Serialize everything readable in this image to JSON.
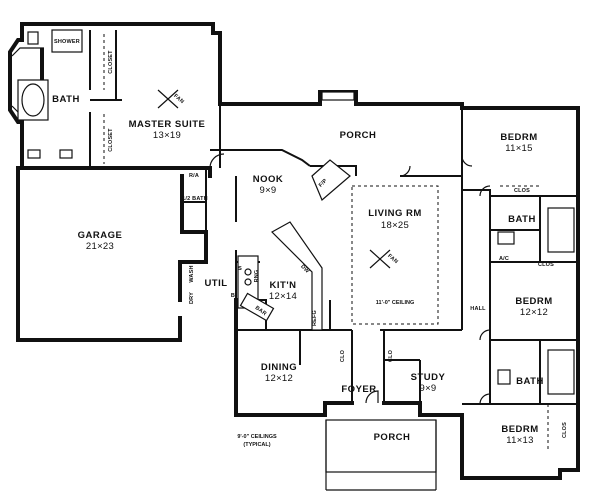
{
  "rooms": {
    "master_suite": {
      "name": "MASTER SUITE",
      "size": "13×19"
    },
    "bath_master": {
      "name": "BATH"
    },
    "shower": {
      "name": "SHOWER"
    },
    "closet_top": {
      "name": "CLOSET"
    },
    "closet_bottom": {
      "name": "CLOSET"
    },
    "porch_rear": {
      "name": "PORCH"
    },
    "bedrm_1": {
      "name": "BEDRM",
      "size": "11×15"
    },
    "bedrm_2": {
      "name": "BEDRM",
      "size": "12×12"
    },
    "bedrm_3": {
      "name": "BEDRM",
      "size": "11×13"
    },
    "garage": {
      "name": "GARAGE",
      "size": "21×23"
    },
    "nook": {
      "name": "NOOK",
      "size": "9×9"
    },
    "living": {
      "name": "LIVING RM",
      "size": "18×25"
    },
    "kitchen": {
      "name": "KIT'N",
      "size": "12×14"
    },
    "dining": {
      "name": "DINING",
      "size": "12×12"
    },
    "study": {
      "name": "STUDY",
      "size": "9×9"
    },
    "foyer": {
      "name": "FOYER"
    },
    "porch_front": {
      "name": "PORCH"
    },
    "util": {
      "name": "UTIL"
    },
    "half_bath": {
      "name": "1/2 BATH"
    },
    "bath_2": {
      "name": "BATH"
    },
    "bath_3": {
      "name": "BATH"
    },
    "hall": {
      "name": "HALL"
    }
  },
  "fixtures": {
    "fan": "FAN",
    "fp": "F/P",
    "clos": "CLOS",
    "clo": "CLO",
    "ac": "A/C",
    "ra": "R/A",
    "dw": "DW",
    "refg": "REFG",
    "rng": "RNG",
    "bar": "BAR",
    "dry": "DRY",
    "wash": "WASH",
    "b": "B",
    "s": "S"
  },
  "notes": {
    "living_ceiling": "11'-0\" CEILING",
    "ceilings_line1": "9'-0\" CEILINGS",
    "ceilings_line2": "(TYPICAL)"
  }
}
